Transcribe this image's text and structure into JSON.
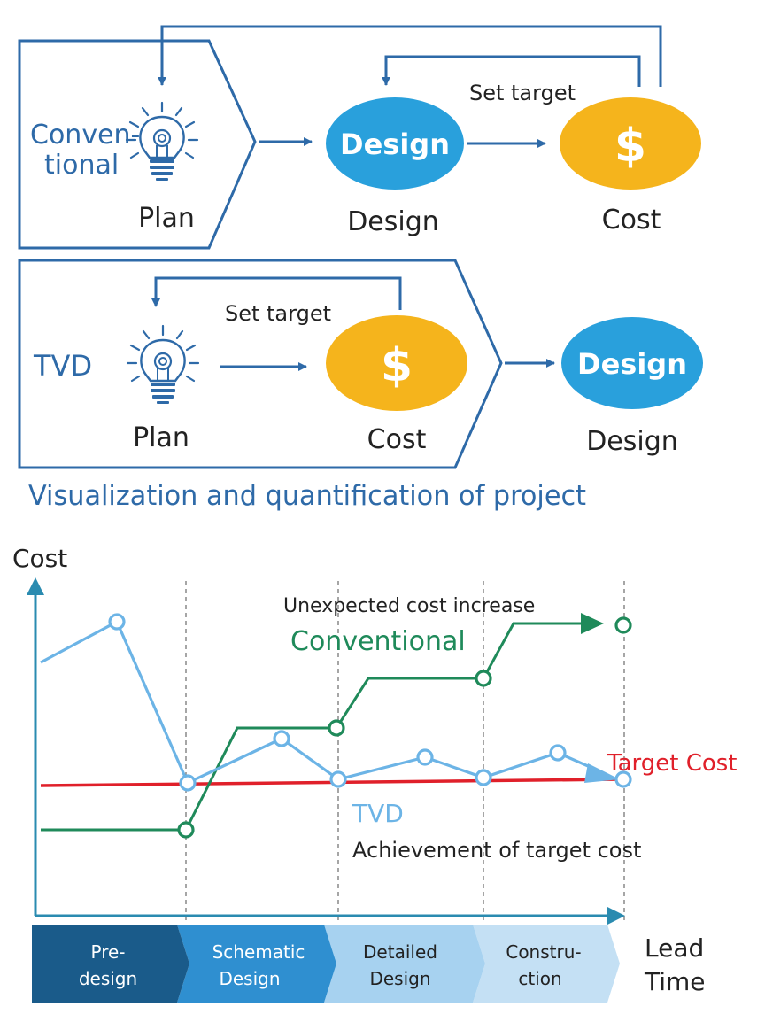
{
  "top": {
    "conventional": {
      "label_line1": "Conven-",
      "label_line2": "tional",
      "plan_label": "Plan",
      "design_node_text": "Design",
      "design_label": "Design",
      "cost_node_text": "$",
      "cost_label": "Cost",
      "set_target": "Set target"
    },
    "tvd": {
      "label": "TVD",
      "plan_label": "Plan",
      "cost_node_text": "$",
      "cost_label": "Cost",
      "set_target": "Set target",
      "design_node_text": "Design",
      "design_label": "Design"
    },
    "caption": "Visualization and quantification of project"
  },
  "colors": {
    "box_stroke": "#2e6aa8",
    "design_blue": "#29a0dc",
    "cost_gold": "#f5b41c",
    "conventional_green": "#1f8a5a",
    "tvd_light_blue": "#6cb4e6",
    "target_red": "#e0202a",
    "axis_teal": "#2a8bb0"
  },
  "chart_data": {
    "type": "line",
    "ylabel": "Cost",
    "xlabel_line1": "Lead",
    "xlabel_line2": "Time",
    "phases": [
      {
        "line1": "Pre-",
        "line2": "design",
        "color": "#1a5b8a"
      },
      {
        "line1": "Schematic",
        "line2": "Design",
        "color": "#2f8fd0"
      },
      {
        "line1": "Detailed",
        "line2": "Design",
        "color": "#a7d2f0"
      },
      {
        "line1": "Constru-",
        "line2": "ction",
        "color": "#c4e0f4"
      }
    ],
    "annotations": {
      "unexpected": "Unexpected cost increase",
      "conventional": "Conventional",
      "target_cost": "Target Cost",
      "tvd": "TVD",
      "achievement": "Achievement of target cost"
    }
  }
}
